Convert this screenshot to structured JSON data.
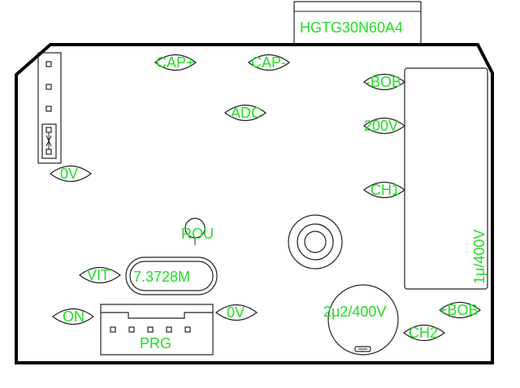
{
  "board": {
    "transistor": {
      "label": "HGTG30N60A4"
    },
    "pads": {
      "cap_plus": "CAP+",
      "cap_minus": "CAP-",
      "adc": "ADC",
      "bob_minus": "-BOB",
      "v200": "200V",
      "ch1": "CH1",
      "zero_v_left": "0V",
      "rou": "ROU",
      "vit": "VIT",
      "on": "ON",
      "zero_v_right": "0V",
      "bob_plus": "+BOB",
      "ch2": "CH2"
    },
    "crystal": {
      "label": "7.3728M"
    },
    "programming_header": {
      "label": "PRG"
    },
    "electrolytic_capacitor": {
      "label": "2μ2/400V"
    },
    "film_capacitor": {
      "label": "1μ/400V"
    }
  }
}
